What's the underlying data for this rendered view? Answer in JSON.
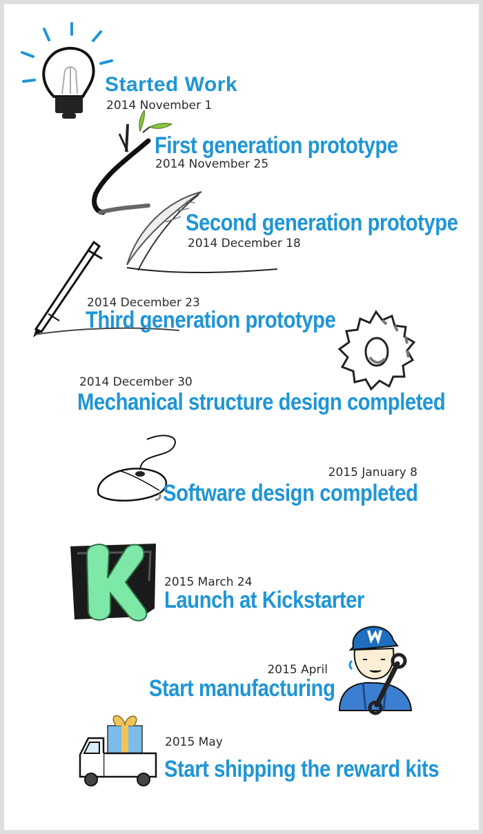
{
  "milestones": [
    {
      "title": "Started Work",
      "date": "2014 November 1"
    },
    {
      "title": "First generation prototype",
      "date": "2014 November 25"
    },
    {
      "title": "Second generation prototype",
      "date": "2014 December 18"
    },
    {
      "title": "Third generation prototype",
      "date": "2014 December 23"
    },
    {
      "title": "Mechanical structure design completed",
      "date": "2014 December 30"
    },
    {
      "title": "Software design completed",
      "date": "2015 January 8"
    },
    {
      "title": "Launch at Kickstarter",
      "date": "2015 March 24"
    },
    {
      "title": "Start manufacturing",
      "date": "2015 April"
    },
    {
      "title": "Start shipping the reward kits",
      "date": "2015 May"
    }
  ],
  "illustrations": [
    "lightbulb-icon",
    "twig-icon",
    "feather-icon",
    "pen-icon",
    "gear-icon",
    "mouse-icon",
    "kickstarter-logo-icon",
    "mechanic-icon",
    "delivery-truck-icon"
  ],
  "colors": {
    "accent": "#1f95d6",
    "date_text": "#2b2b2b",
    "kickstarter_green": "#7de8a8",
    "background": "#ffffff"
  }
}
